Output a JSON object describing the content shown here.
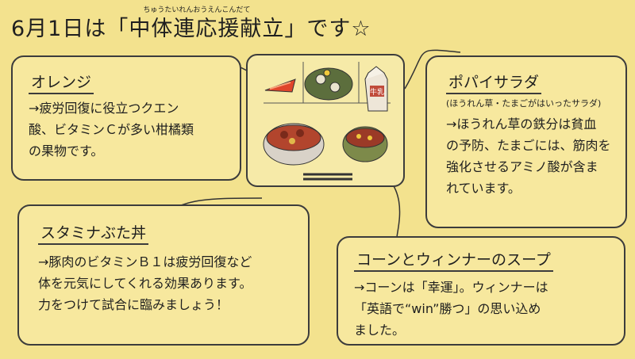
{
  "title": {
    "text_before": "6月1日は「",
    "highlight": "中体連応援献立",
    "highlight_ruby": "ちゅうたいれんおうえんこんだて",
    "text_after": "」です☆"
  },
  "orange": {
    "heading": "オレンジ",
    "lines": [
      "→疲労回復に役立つクエン",
      "酸、ビタミンＣが多い柑橘類",
      "の果物です。"
    ]
  },
  "popeye": {
    "heading": "ポパイサラダ",
    "subtitle": "(ほうれん草・たまごがはいったサラダ)",
    "lines": [
      "→ほうれん草の鉄分は貧血",
      "の予防、たまごには、筋肉を",
      "強化させるアミノ酸が含ま",
      "れています。"
    ]
  },
  "stamina": {
    "heading": "スタミナぶた丼",
    "lines": [
      "→豚肉のビタミンＢ１は疲労回復など",
      "体を元気にしてくれる効果あります。",
      "力をつけて試合に臨みましょう！"
    ]
  },
  "corn": {
    "heading": "コーンとウィンナーのスープ",
    "lines": [
      "→コーンは「幸運」。ウィンナーは",
      "「英語で“win”勝つ」の思い込め",
      "ました。"
    ]
  },
  "milk_label": "牛乳",
  "colors": {
    "background": "#f3e28e",
    "tomato": "#e0452b",
    "rice_bowl": "#d9d2c8",
    "pork": "#b2452d",
    "soup": "#9b3a27",
    "soup_bowl": "#7d8a4a",
    "salad": "#5c6e3d"
  }
}
